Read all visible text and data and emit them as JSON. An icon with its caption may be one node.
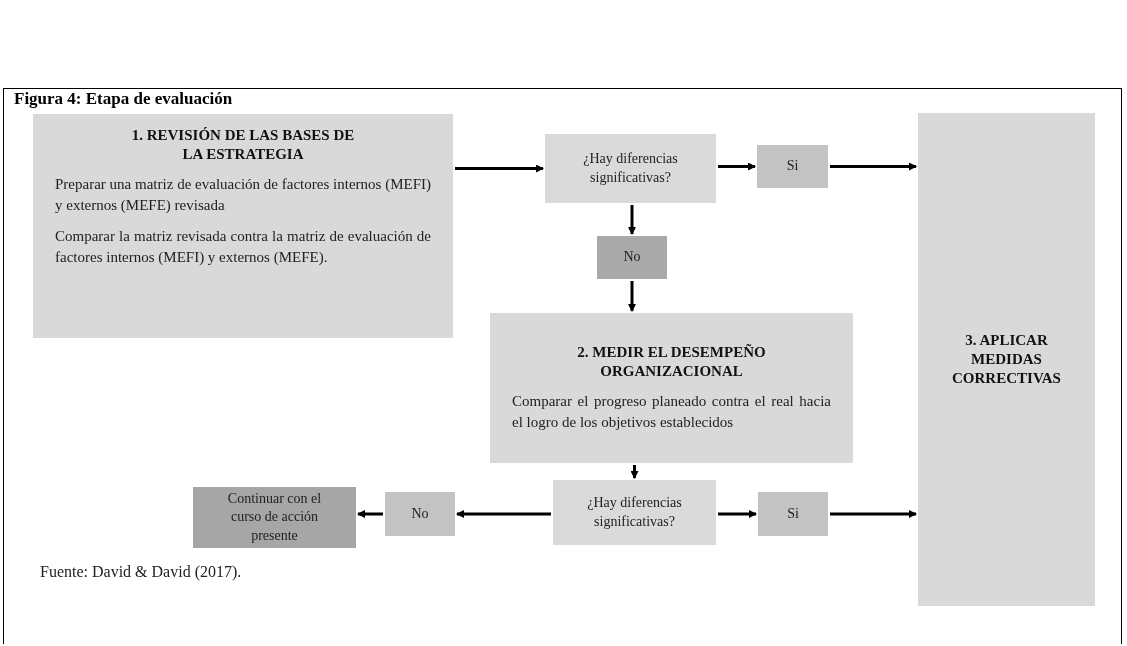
{
  "diagram": {
    "title": "Figura 4: Etapa de evaluación",
    "caption": "Fuente: David & David (2017).",
    "nodes": [
      {
        "text": [
          "1. REVISIÓN DE LAS BASES DE LA ESTRATEGIA",
          "Preparar una matriz de evaluación de factores internos (MEFI) y externos (MEFE) revisada",
          "Comparar la matriz revisada contra la matriz de evaluación de factores internos (MEFI) y externos (MEFE)."
        ]
      },
      {
        "text": [
          "¿Hay diferencias significativas?"
        ]
      },
      {
        "text": [
          "Si"
        ]
      },
      {
        "text": [
          "No"
        ]
      },
      {
        "text": [
          "2. MEDIR EL DESEMPEÑO ORGANIZACIONAL",
          "Comparar el progreso planeado contra el real hacia el logro de los objetivos establecidos"
        ]
      },
      {
        "text": [
          "3. APLICAR MEDIDAS CORRECTIVAS"
        ]
      },
      {
        "text": [
          "¿Hay diferencias significativas?"
        ]
      },
      {
        "text": [
          "Si"
        ]
      },
      {
        "text": [
          "No"
        ]
      },
      {
        "text": [
          "Continuar con el curso de acción presente"
        ]
      }
    ],
    "edges": [
      {
        "from": 0,
        "to": 1,
        "arrow": "to"
      },
      {
        "from": 1,
        "to": 2,
        "arrow": "to"
      },
      {
        "from": 2,
        "to": 5,
        "arrow": "to"
      },
      {
        "from": 1,
        "to": 3,
        "arrow": "to"
      },
      {
        "from": 3,
        "to": 4,
        "arrow": "to"
      },
      {
        "from": 4,
        "to": 6,
        "arrow": "to"
      },
      {
        "from": 6,
        "to": 7,
        "arrow": "to"
      },
      {
        "from": 7,
        "to": 5,
        "arrow": "to"
      },
      {
        "from": 6,
        "to": 8,
        "arrow": "to"
      },
      {
        "from": 8,
        "to": 9,
        "arrow": "to"
      }
    ]
  }
}
